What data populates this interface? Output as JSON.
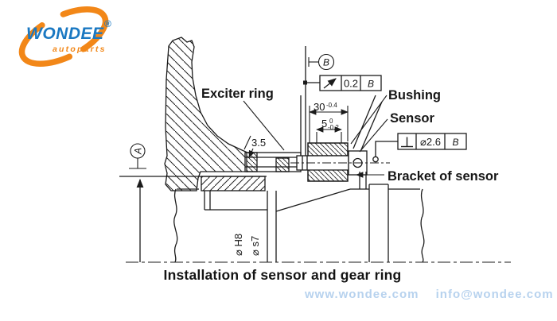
{
  "logo": {
    "brand": "WONDEE",
    "suffix": "autoparts",
    "registered": "®",
    "brand_color": "#1a78c2",
    "accent_color": "#f28718"
  },
  "diagram": {
    "labels": {
      "exciter_ring": "Exciter ring",
      "bushing": "Bushing",
      "sensor": "Sensor",
      "bracket": "Bracket of sensor"
    },
    "datums": {
      "a": "A",
      "b": "B"
    },
    "dimensions": {
      "gap": "3.5",
      "ring_width": "30",
      "ring_width_tol": "-0.4",
      "depth": "5",
      "depth_tol_upper": "0",
      "depth_tol_lower": "-0.2",
      "fit_hole": "⌀ H8",
      "fit_shaft": "⌀ s7"
    },
    "feature_frames": {
      "runout": {
        "symbol": "circular-runout-arrow",
        "value": "0.2",
        "datum": "B"
      },
      "perpendicularity": {
        "symbol": "perpendicularity",
        "value": "⌀2.6",
        "datum": "B"
      }
    },
    "line_color": "#1b1b1b"
  },
  "caption": "Installation of sensor and gear ring",
  "footer": {
    "website": "www.wondee.com",
    "email": "info@wondee.com",
    "color": "#b7d2ee"
  }
}
